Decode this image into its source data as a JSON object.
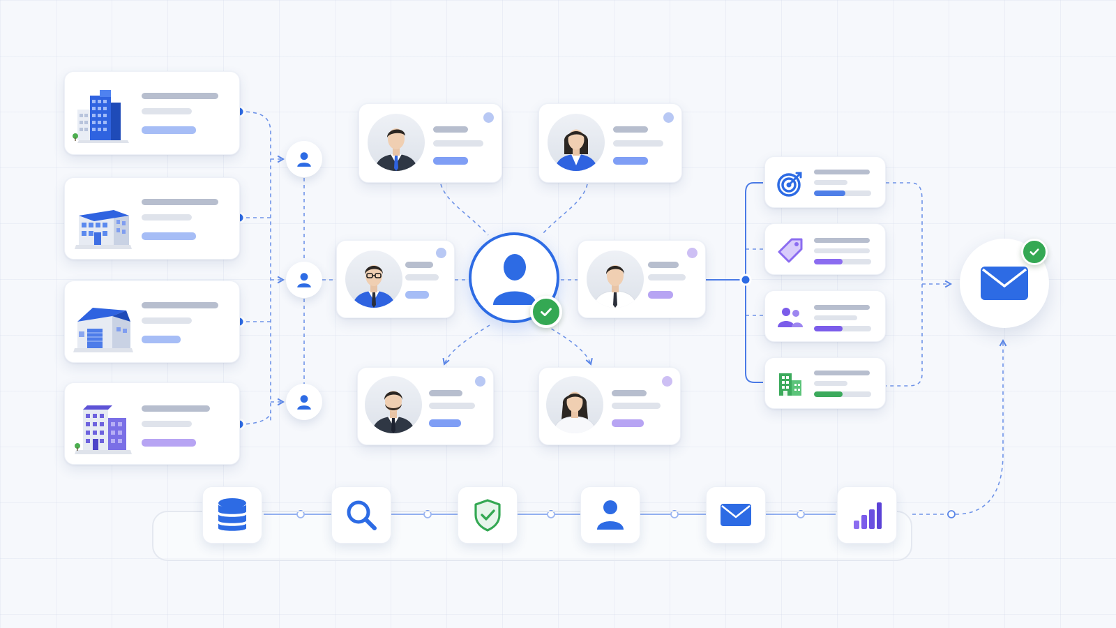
{
  "colors": {
    "accent": "#2d6be4",
    "purple": "#8b6cf0",
    "success": "#34a853",
    "connector": "#5a86e8"
  },
  "sources": [
    {
      "icon": "office-tower-icon",
      "accent": "blue"
    },
    {
      "icon": "office-block-icon",
      "accent": "blue"
    },
    {
      "icon": "warehouse-icon",
      "accent": "blue"
    },
    {
      "icon": "apartment-building-icon",
      "accent": "purple"
    }
  ],
  "collector_nodes": [
    "user-icon",
    "user-icon",
    "user-icon"
  ],
  "contacts": [
    {
      "icon": "man-suit-icon",
      "accent": "blue"
    },
    {
      "icon": "woman-blazer-icon",
      "accent": "blue"
    },
    {
      "icon": "man-glasses-icon",
      "accent": "blue"
    },
    {
      "icon": "man-shirt-tie-icon",
      "accent": "purple"
    },
    {
      "icon": "man-beard-icon",
      "accent": "blue"
    },
    {
      "icon": "woman-white-blazer-icon",
      "accent": "purple"
    }
  ],
  "hub": {
    "icon": "user-icon",
    "status_icon": "check-icon"
  },
  "attributes": [
    {
      "icon": "target-icon",
      "progress": 0.55,
      "color": "#4f7fe8"
    },
    {
      "icon": "tag-icon",
      "progress": 0.5,
      "color": "#8b6cf0"
    },
    {
      "icon": "users-icon",
      "progress": 0.5,
      "color": "#7b5cea"
    },
    {
      "icon": "company-icon",
      "progress": 0.5,
      "color": "#3caa5c"
    }
  ],
  "output": {
    "icon": "mail-icon",
    "status_icon": "check-icon"
  },
  "pipeline": [
    {
      "icon": "database-icon"
    },
    {
      "icon": "search-icon"
    },
    {
      "icon": "shield-check-icon"
    },
    {
      "icon": "user-icon"
    },
    {
      "icon": "mail-icon"
    },
    {
      "icon": "bar-chart-icon"
    }
  ]
}
